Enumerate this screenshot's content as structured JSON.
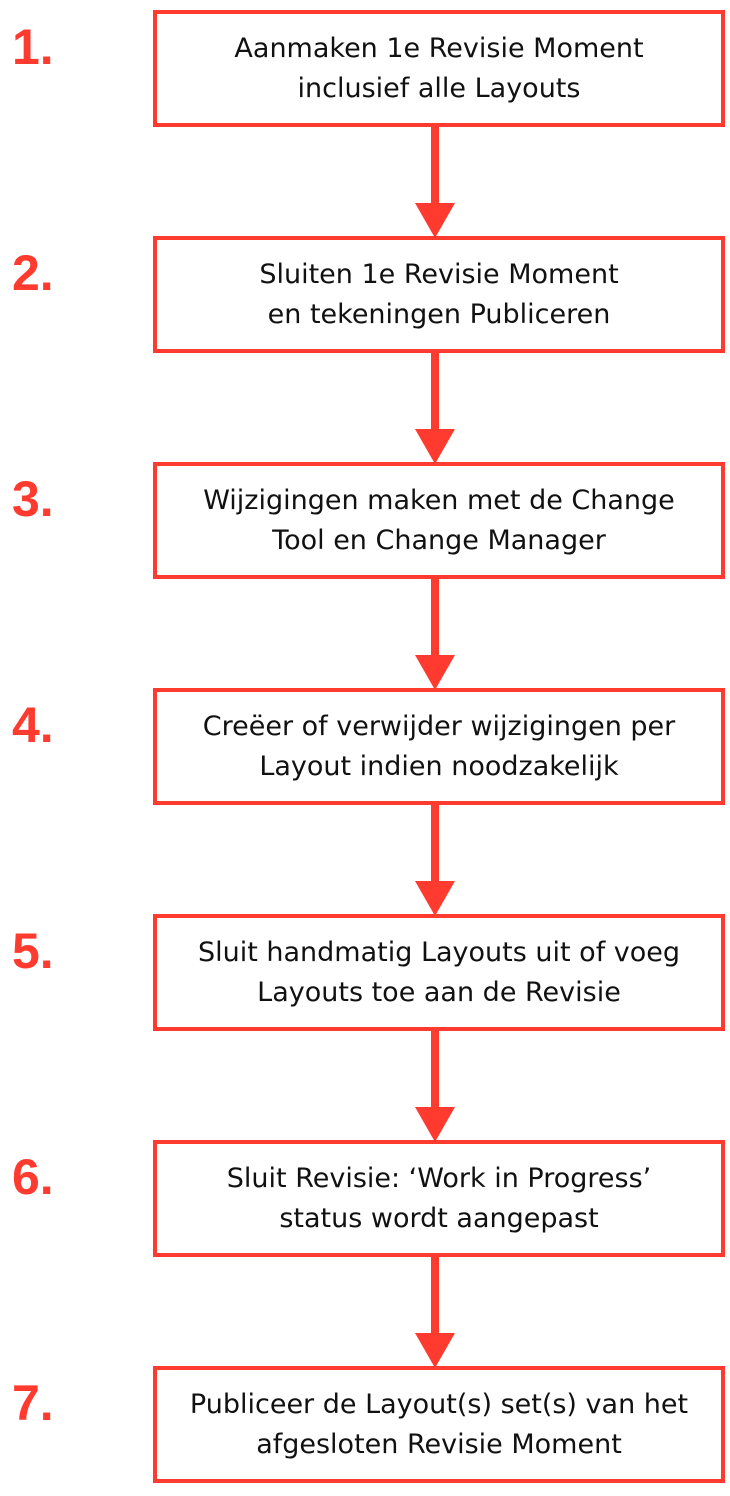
{
  "colors": {
    "accent": "#ff3b2f",
    "text": "#111111",
    "background": "#ffffff"
  },
  "steps": [
    {
      "number": "1.",
      "lines": [
        "Aanmaken 1e Revisie Moment",
        "inclusief alle Layouts"
      ]
    },
    {
      "number": "2.",
      "lines": [
        "Sluiten 1e Revisie Moment",
        "en tekeningen Publiceren"
      ]
    },
    {
      "number": "3.",
      "lines": [
        "Wijzigingen maken met de Change",
        "Tool en Change Manager"
      ]
    },
    {
      "number": "4.",
      "lines": [
        "Creëer of verwijder wijzigingen per",
        "Layout indien noodzakelijk"
      ]
    },
    {
      "number": "5.",
      "lines": [
        "Sluit handmatig Layouts uit of voeg",
        "Layouts toe aan de Revisie"
      ]
    },
    {
      "number": "6.",
      "lines": [
        "Sluit Revisie: ‘Work in Progress’",
        "status wordt aangepast"
      ]
    },
    {
      "number": "7.",
      "lines": [
        "Publiceer de Layout(s) set(s) van het",
        "afgesloten Revisie Moment"
      ]
    }
  ]
}
